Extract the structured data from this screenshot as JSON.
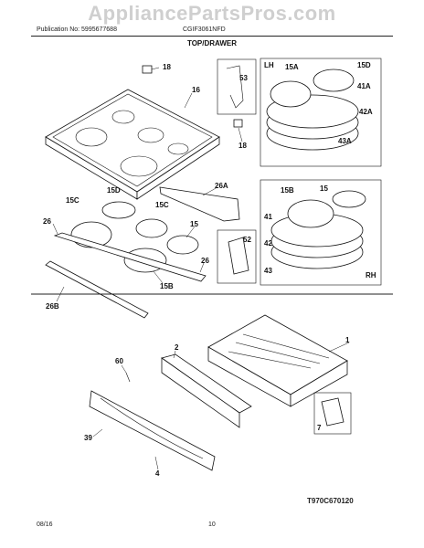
{
  "watermark": "AppliancePartsPros.com",
  "header": {
    "publication": "Publication No: 5995677688",
    "model": "CGIF3061NFD"
  },
  "section_title": "TOP/DRAWER",
  "parts": {
    "p18a": "18",
    "p16": "16",
    "p53": "53",
    "p18b": "18",
    "lh": "LH",
    "p15a_lh": "15A",
    "p15d_lh": "15D",
    "p41a": "41A",
    "p42a": "42A",
    "p43a": "43A",
    "p26a": "26A",
    "p15d": "15D",
    "p15c_a": "15C",
    "p15c_b": "15C",
    "p26_left": "26",
    "p15": "15",
    "p26_right": "26",
    "p15b": "15B",
    "p26b": "26B",
    "p15b_rh": "15B",
    "p15_rh": "15",
    "p41": "41",
    "p42": "42",
    "p43": "43",
    "rh": "RH",
    "p52": "52",
    "p1": "1",
    "p2": "2",
    "p60": "60",
    "p39": "39",
    "p4": "4",
    "p7": "7"
  },
  "diagram_code": "T970C670120",
  "footer": {
    "date": "08/16",
    "page": "10"
  }
}
